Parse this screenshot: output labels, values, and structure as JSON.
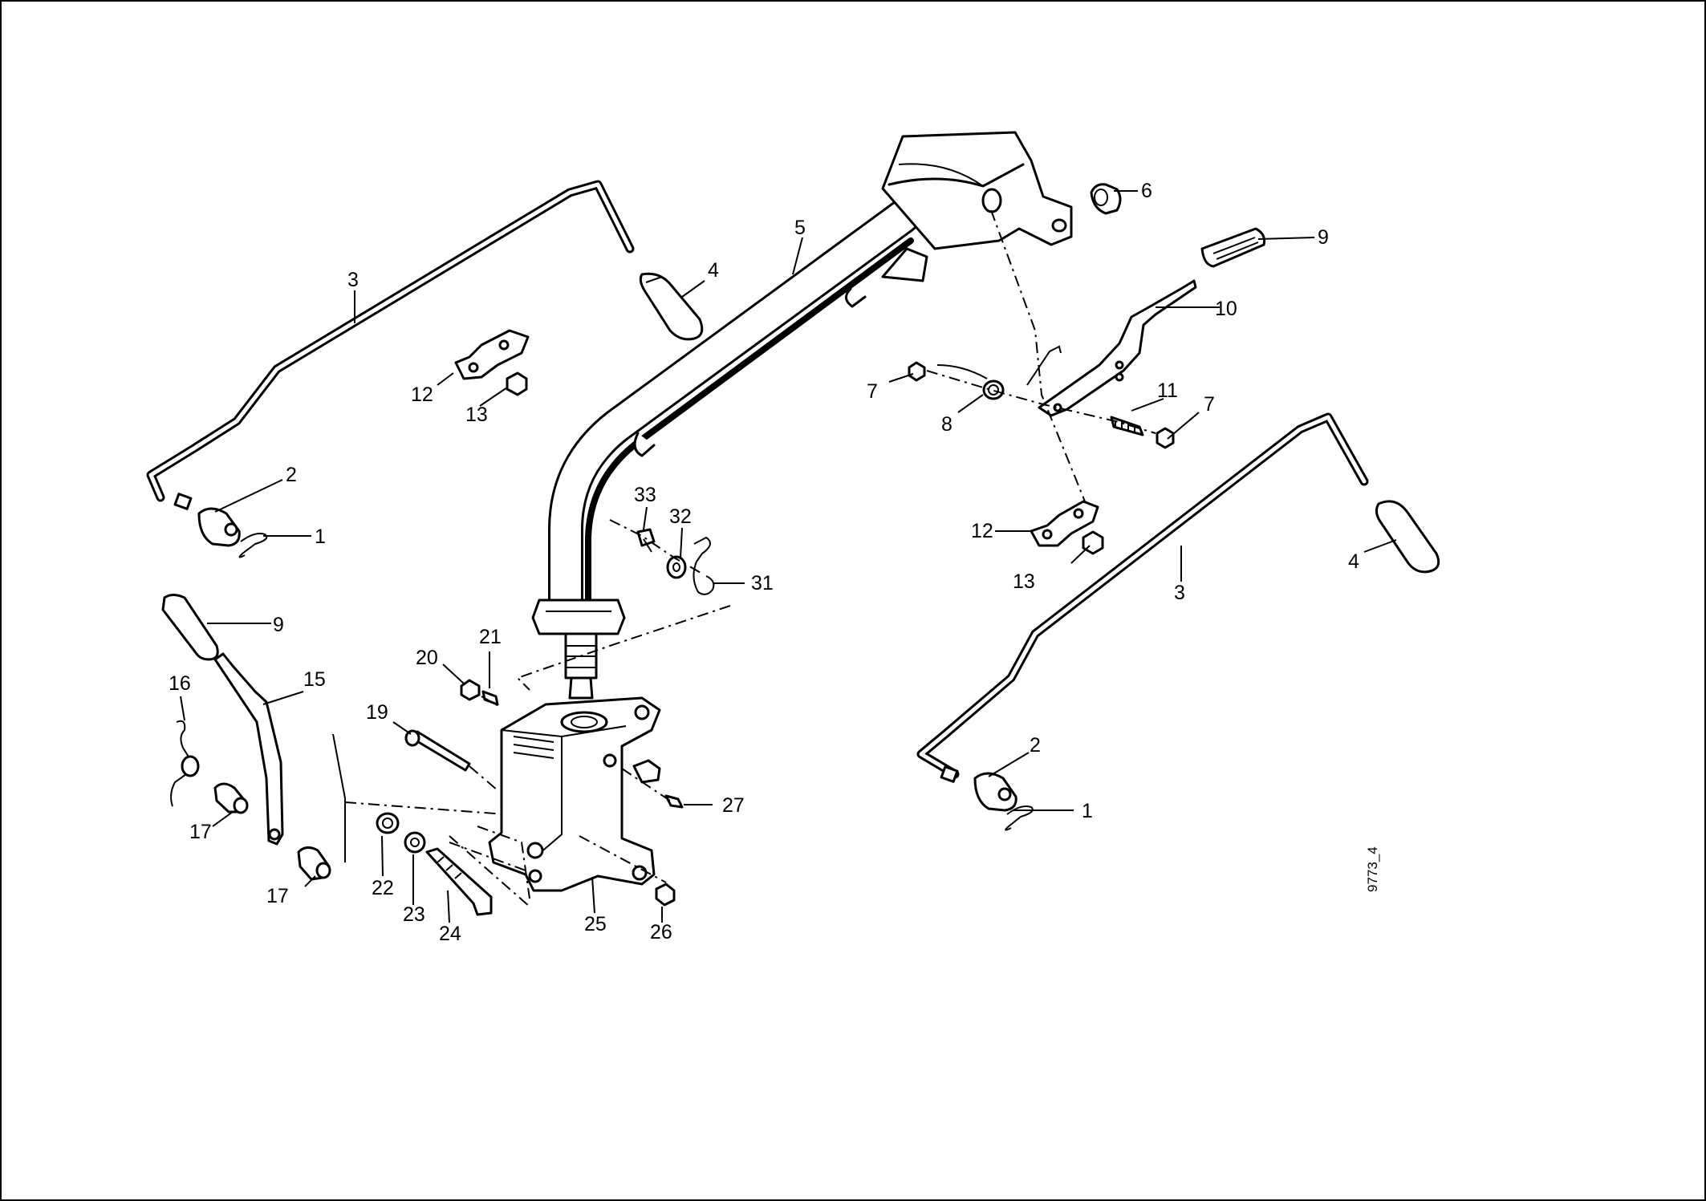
{
  "drawing_code": "9773_4",
  "callouts": [
    {
      "id": "c1a",
      "text": "1"
    },
    {
      "id": "c2a",
      "text": "2"
    },
    {
      "id": "c3a",
      "text": "3"
    },
    {
      "id": "c4a",
      "text": "4"
    },
    {
      "id": "c5",
      "text": "5"
    },
    {
      "id": "c6",
      "text": "6"
    },
    {
      "id": "c7a",
      "text": "7"
    },
    {
      "id": "c7b",
      "text": "7"
    },
    {
      "id": "c8",
      "text": "8"
    },
    {
      "id": "c9a",
      "text": "9"
    },
    {
      "id": "c9b",
      "text": "9"
    },
    {
      "id": "c10",
      "text": "10"
    },
    {
      "id": "c11",
      "text": "11"
    },
    {
      "id": "c12a",
      "text": "12"
    },
    {
      "id": "c12b",
      "text": "12"
    },
    {
      "id": "c13a",
      "text": "13"
    },
    {
      "id": "c13b",
      "text": "13"
    },
    {
      "id": "c1b",
      "text": "1"
    },
    {
      "id": "c2b",
      "text": "2"
    },
    {
      "id": "c3b",
      "text": "3"
    },
    {
      "id": "c4b",
      "text": "4"
    },
    {
      "id": "c15",
      "text": "15"
    },
    {
      "id": "c16",
      "text": "16"
    },
    {
      "id": "c17a",
      "text": "17"
    },
    {
      "id": "c17b",
      "text": "17"
    },
    {
      "id": "c19",
      "text": "19"
    },
    {
      "id": "c20",
      "text": "20"
    },
    {
      "id": "c21",
      "text": "21"
    },
    {
      "id": "c22",
      "text": "22"
    },
    {
      "id": "c23",
      "text": "23"
    },
    {
      "id": "c24",
      "text": "24"
    },
    {
      "id": "c25",
      "text": "25"
    },
    {
      "id": "c26",
      "text": "26"
    },
    {
      "id": "c27",
      "text": "27"
    },
    {
      "id": "c31",
      "text": "31"
    },
    {
      "id": "c32",
      "text": "32"
    },
    {
      "id": "c33",
      "text": "33"
    }
  ]
}
